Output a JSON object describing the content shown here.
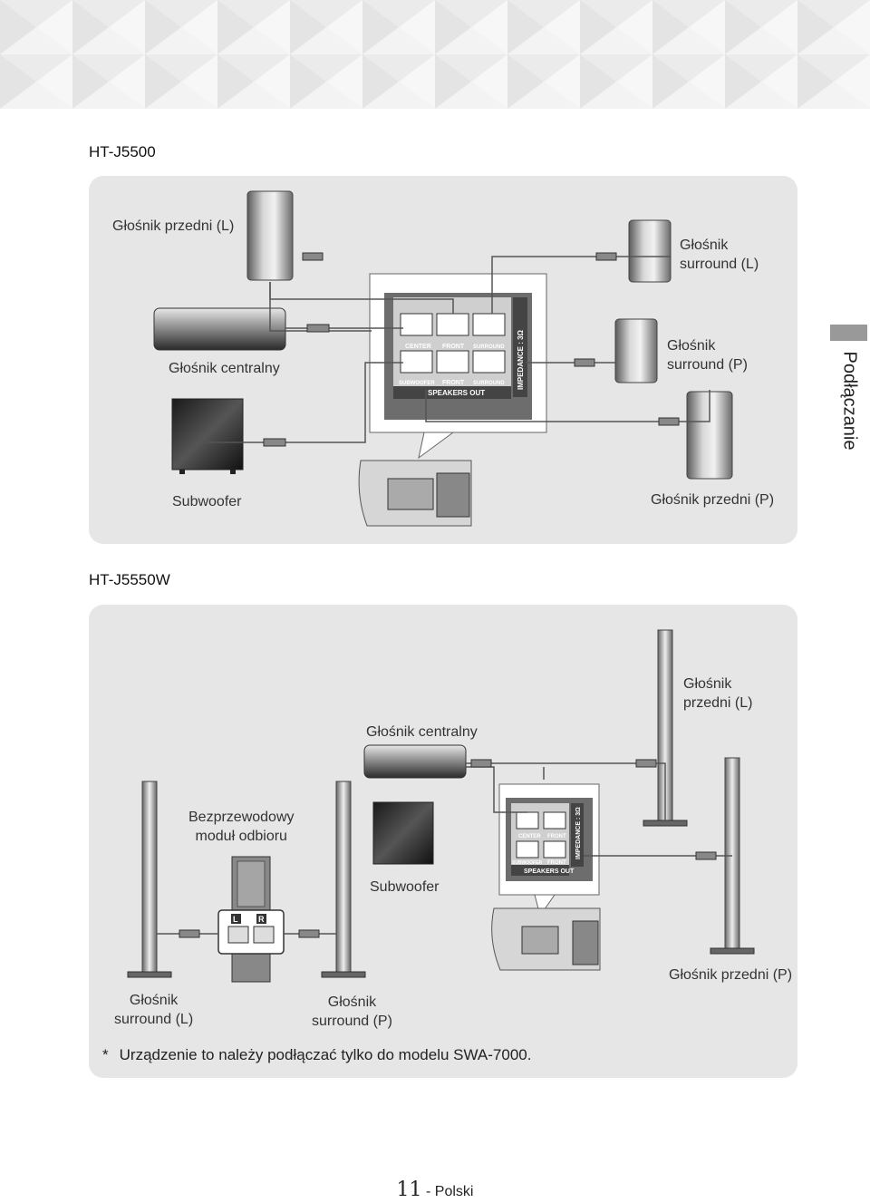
{
  "side_tab": {
    "label": "Podłączanie"
  },
  "diagram1": {
    "model": "HT-J5500",
    "labels": {
      "front_left": "Głośnik przedni (L)",
      "surround_left": "Głośnik\nsurround (L)",
      "center": "Głośnik centralny",
      "surround_right": "Głośnik\nsurround (P)",
      "subwoofer": "Subwoofer",
      "front_right": "Głośnik przedni (P)"
    },
    "terminal": {
      "center": "CENTER",
      "front_l": "FRONT",
      "surround_l": "SURROUND",
      "subwoofer": "SUBWOOFER",
      "front_r": "FRONT",
      "surround_r": "SURROUND",
      "speakers_out": "SPEAKERS OUT",
      "impedance": "IMPEDANCE : 3Ω"
    }
  },
  "diagram2": {
    "model": "HT-J5550W",
    "labels": {
      "front_left": "Głośnik\nprzedni (L)",
      "center": "Głośnik centralny",
      "wireless_module": "Bezprzewodowy\nmoduł odbioru",
      "subwoofer": "Subwoofer",
      "front_right": "Głośnik przedni (P)",
      "surround_left": "Głośnik\nsurround (L)",
      "surround_right": "Głośnik\nsurround (P)"
    },
    "terminal": {
      "center": "CENTER",
      "front_l": "FRONT",
      "subwoofer": "SUBWOOFER",
      "front_r": "FRONT",
      "speakers_out": "SPEAKERS OUT",
      "impedance": "IMPEDANCE : 3Ω",
      "l": "L",
      "r": "R"
    }
  },
  "footnote": {
    "marker": "*",
    "text": "Urządzenie to należy podłączać tylko do modelu SWA-7000."
  },
  "page": {
    "number": "11",
    "separator": "-",
    "language": "Polski"
  }
}
